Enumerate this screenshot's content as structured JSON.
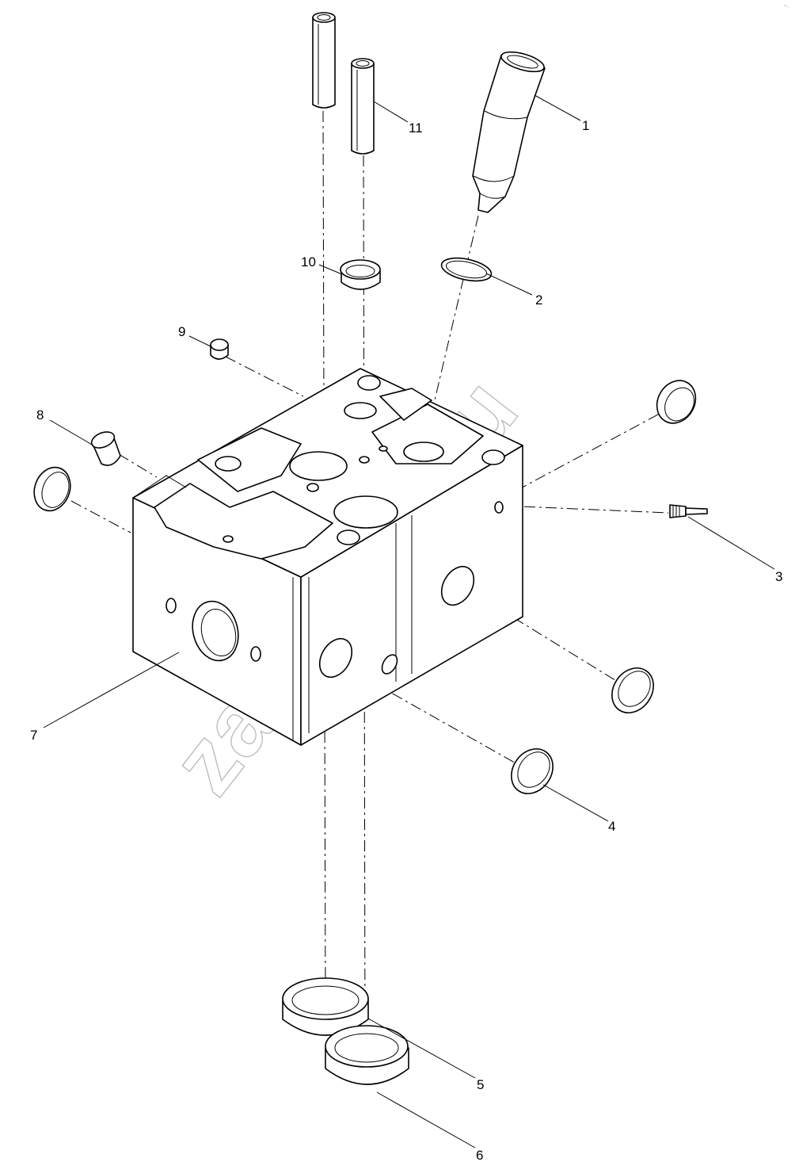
{
  "diagram": {
    "callouts": [
      {
        "id": "c1",
        "label": "1"
      },
      {
        "id": "c2",
        "label": "2"
      },
      {
        "id": "c3",
        "label": "3"
      },
      {
        "id": "c4",
        "label": "4"
      },
      {
        "id": "c5",
        "label": "5"
      },
      {
        "id": "c6",
        "label": "6"
      },
      {
        "id": "c7",
        "label": "7"
      },
      {
        "id": "c8",
        "label": "8"
      },
      {
        "id": "c9",
        "label": "9"
      },
      {
        "id": "c10",
        "label": "10"
      },
      {
        "id": "c11",
        "label": "11"
      }
    ],
    "watermark": "zap-kam.ru",
    "corner_mark": "^~"
  }
}
